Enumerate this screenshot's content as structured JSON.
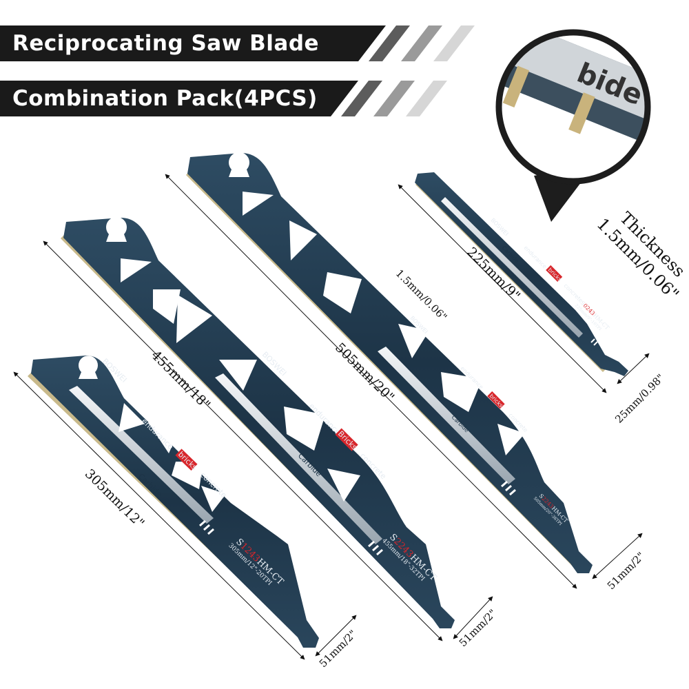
{
  "header": {
    "line1": "Reciprocating Saw Blade",
    "line2": "Combination Pack(4PCS)",
    "stripe_colors": [
      "#5c5c5c",
      "#9a9a9a",
      "#d6d6d6"
    ]
  },
  "colors": {
    "banner": "#1a1a1a",
    "blade_dark": "#1d3447",
    "blade_mid": "#36576f",
    "teeth": "#c8b98a",
    "accent_red": "#d8262b"
  },
  "blades": [
    {
      "id": "305",
      "length_label": "305mm/12\"",
      "width_label": "51mm/2\"",
      "brand": "BOSWEI",
      "endurance": "endurance",
      "bricks": "bricks",
      "concrete": "concrete",
      "carbide": "Carbide",
      "model_prefix": "S",
      "model_code": "1243",
      "model_suffix": "HM-CT",
      "spec": "305mm/12\"-20TPI"
    },
    {
      "id": "455",
      "length_label": "455mm/18\"",
      "width_label": "51mm/2\"",
      "brand": "BOSWEI",
      "endurance": "endurance",
      "bricks": "Bricks",
      "concrete": "concrete",
      "carbide": "Carbide",
      "model_prefix": "S",
      "model_code": "2243",
      "model_suffix": "HM-CT",
      "spec": "455mm/18\"-32TPI"
    },
    {
      "id": "505",
      "length_label": "505mm/20\"",
      "width_label": "51mm/2\"",
      "thickness_label": "1.5mm/0.06\"",
      "brand": "BOSWEI",
      "endurance": "endurance",
      "bricks": "bricks",
      "concrete": "concrete",
      "carbide": "Carbide",
      "model_prefix": "S",
      "model_code": "2243",
      "model_suffix": "HM-CT",
      "spec": "505mm/20\"-36TPI"
    },
    {
      "id": "225",
      "length_label": "225mm/9\"",
      "width_label": "25mm/0.98\"",
      "brand": "BOSWEI",
      "endurance": "endurance",
      "bricks": "bricks",
      "concrete": "concrete",
      "carbide": "Carbide",
      "model_prefix": "S",
      "model_code": "0243",
      "model_suffix": "HM-CT",
      "spec": "225mm/9\"-16TPI"
    }
  ],
  "magnifier": {
    "text": "bide",
    "thickness_title": "Thickness",
    "thickness_value": "1.5mm/0.06\""
  }
}
